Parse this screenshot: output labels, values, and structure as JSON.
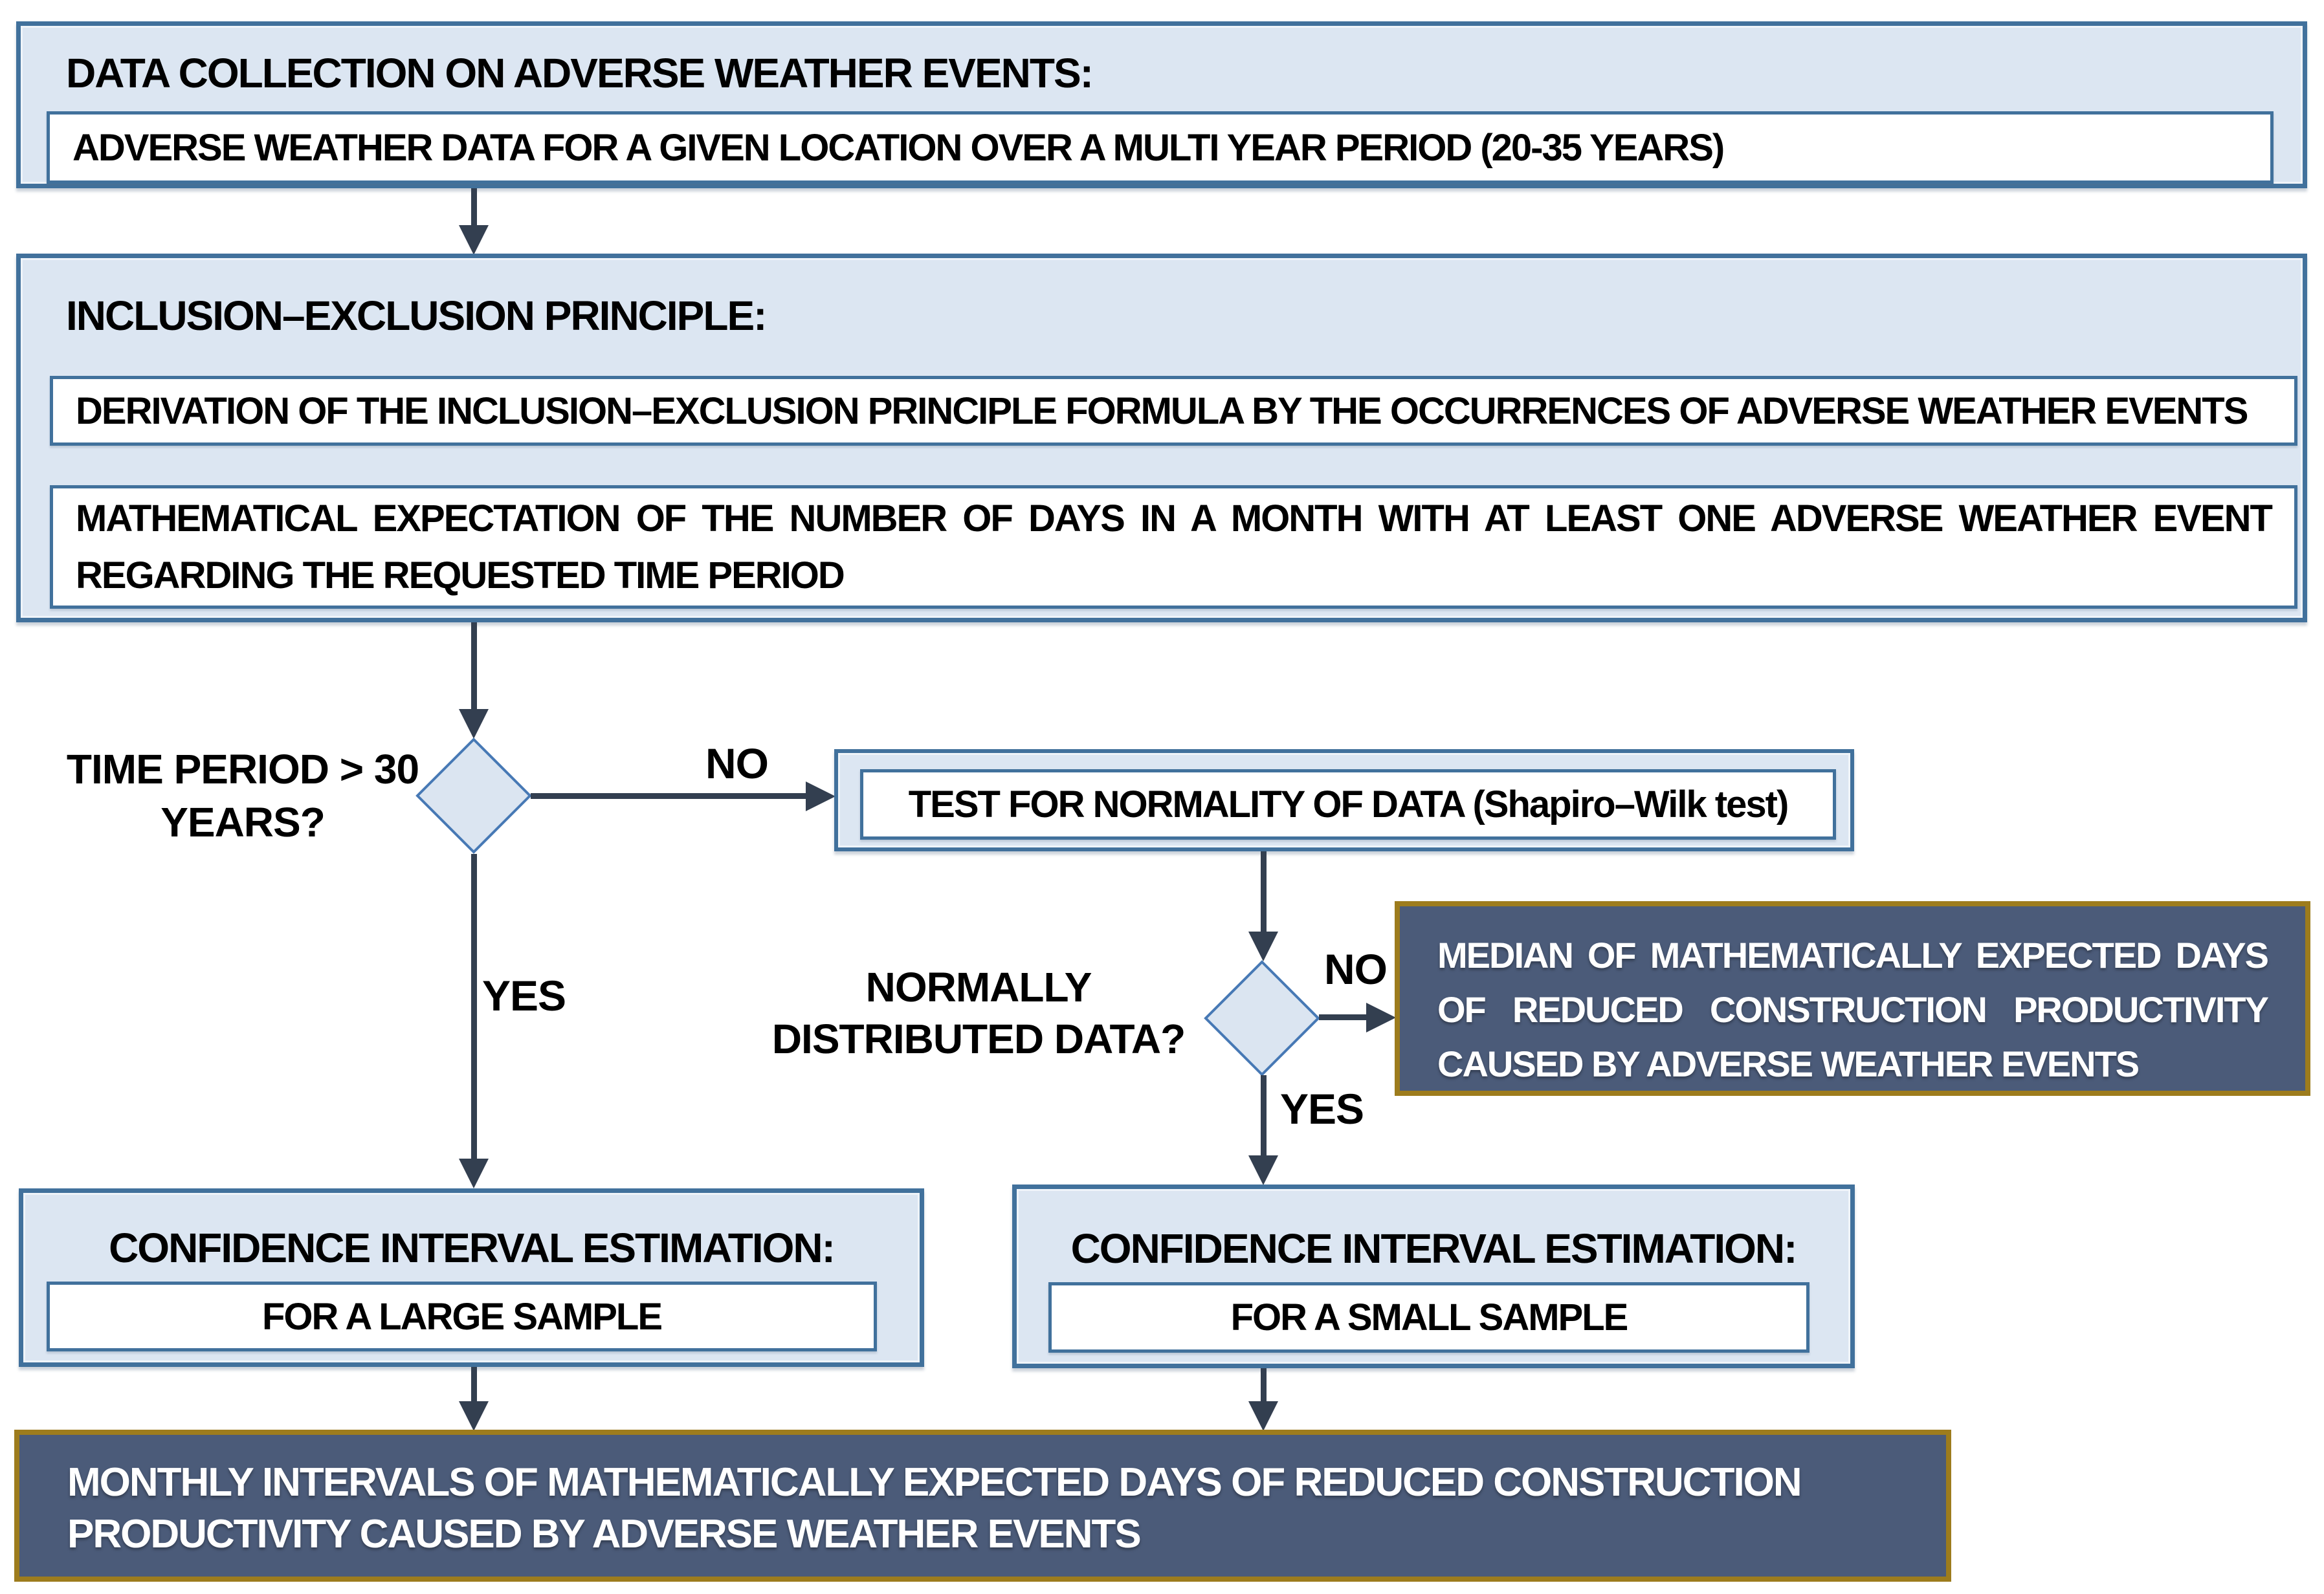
{
  "flow": {
    "data_collection": {
      "title": "DATA COLLECTION ON ADVERSE WEATHER EVENTS:",
      "item": "ADVERSE WEATHER DATA FOR A GIVEN LOCATION OVER A MULTI YEAR PERIOD (20-35 YEARS)"
    },
    "inclusion_exclusion": {
      "title": "INCLUSION–EXCLUSION PRINCIPLE:",
      "derivation": "DERIVATION OF THE INCLUSION–EXCLUSION PRINCIPLE FORMULA BY THE OCCURRENCES OF ADVERSE WEATHER EVENTS",
      "expectation": "MATHEMATICAL EXPECTATION OF THE NUMBER OF DAYS IN A MONTH WITH AT LEAST ONE ADVERSE WEATHER EVENT REGARDING THE REQUESTED TIME PERIOD"
    },
    "decision_time_period": {
      "question": "TIME PERIOD > 30\nYEARS?",
      "no_label": "NO",
      "yes_label": "YES"
    },
    "normality_test": {
      "label": "TEST FOR NORMALITY OF DATA (Shapiro–Wilk test)"
    },
    "decision_normal": {
      "question": "NORMALLY\nDISTRIBUTED DATA?",
      "no_label": "NO",
      "yes_label": "YES"
    },
    "median_output": {
      "label": "MEDIAN OF MATHEMATICALLY EXPECTED DAYS OF REDUCED CONSTRUCTION PRODUCTIVITY CAUSED BY ADVERSE WEATHER EVENTS"
    },
    "ci_large": {
      "title": "CONFIDENCE INTERVAL ESTIMATION:",
      "item": "FOR A LARGE SAMPLE"
    },
    "ci_small": {
      "title": "CONFIDENCE INTERVAL ESTIMATION:",
      "item": "FOR A SMALL SAMPLE"
    },
    "monthly_output": {
      "label": "MONTHLY INTERVALS OF MATHEMATICALLY EXPECTED DAYS OF REDUCED CONSTRUCTION PRODUCTIVITY CAUSED BY ADVERSE WEATHER EVENTS"
    }
  },
  "colors": {
    "panel_fill": "#dce6f2",
    "panel_border": "#41719c",
    "diamond_fill": "#dbe5f1",
    "diamond_border": "#4779b5",
    "arrow": "#333f50",
    "dark_fill": "#4b5b79",
    "dark_border": "#9d7c1d",
    "dark_text": "#ffffff",
    "text": "#000000",
    "background": "#ffffff"
  }
}
